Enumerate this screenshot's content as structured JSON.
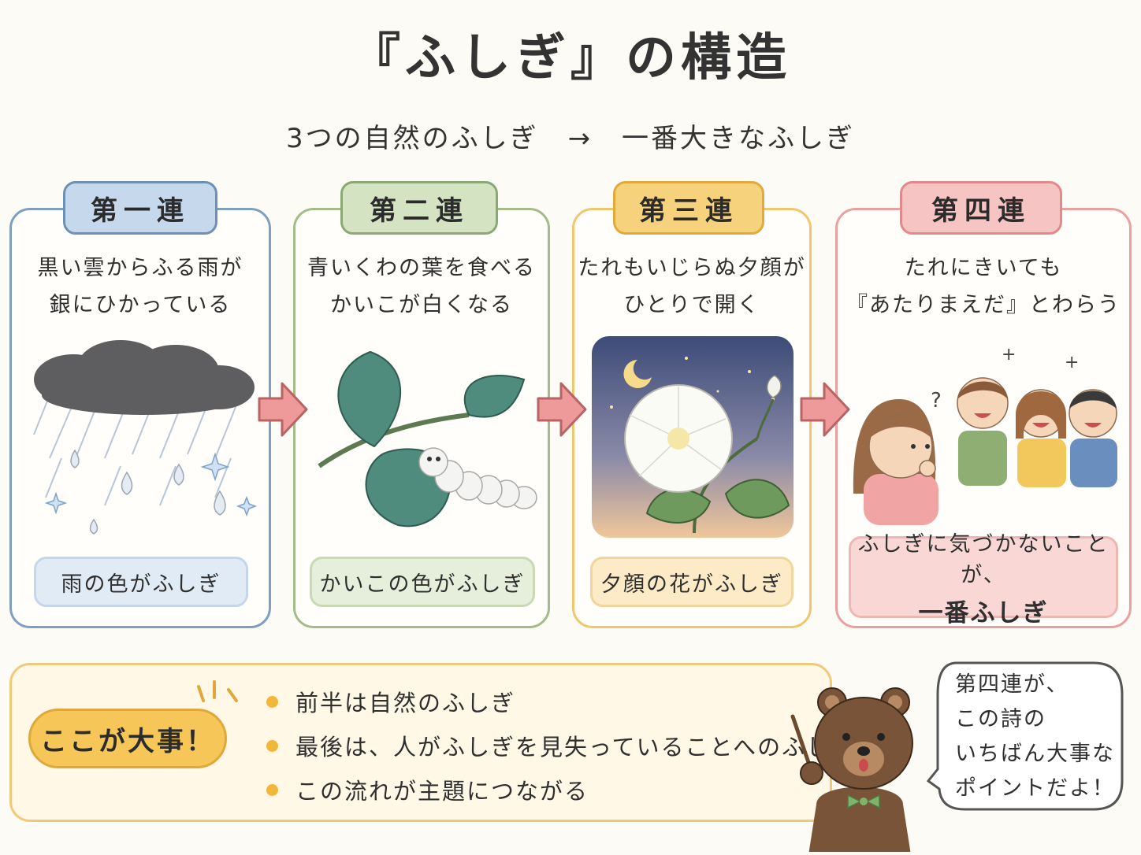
{
  "title": "『ふしぎ』の構造",
  "subtitle": "3つの自然のふしぎ　→　一番大きなふしぎ",
  "stanzas": [
    {
      "label": "第一連",
      "lines": [
        "黒い雲からふる雨が",
        "銀にひかっている"
      ],
      "note_lines": [
        "雨の色がふしぎ"
      ],
      "color": "#6b8fb4",
      "fill": "#c9daea"
    },
    {
      "label": "第二連",
      "lines": [
        "青いくわの葉を食べる",
        "かいこが白くなる"
      ],
      "note_lines": [
        "かいこの色がふしぎ"
      ],
      "color": "#93ad76",
      "fill": "#d6e3c4"
    },
    {
      "label": "第三連",
      "lines": [
        "たれもいじらぬ夕顔が",
        "ひとりで開く"
      ],
      "note_lines": [
        "夕顔の花がふしぎ"
      ],
      "color": "#e9b85a",
      "fill": "#f7d68e"
    },
    {
      "label": "第四連",
      "lines": [
        "たれにきいても",
        "『あたりまえだ』とわらう"
      ],
      "note_lines": [
        "ふしぎに気づかないことが、",
        "一番ふしぎ"
      ],
      "color": "#e58c8c",
      "fill": "#f4c3c1"
    }
  ],
  "important_label": "ここが大事！",
  "points": [
    "前半は自然のふしぎ",
    "最後は、人がふしぎを見失っていることへのふしぎ",
    "この流れが主題につながる"
  ],
  "speech_lines": [
    "第四連が、",
    "この詩の",
    "いちばん大事な",
    "ポイントだよ！"
  ],
  "icons": [
    "rain-cloud-icon",
    "mulberry-leaf-silkworm-icon",
    "moonflower-night-icon",
    "puzzled-girl-laughing-friends-icon",
    "arrow-right-icon",
    "bear-teacher-icon"
  ]
}
